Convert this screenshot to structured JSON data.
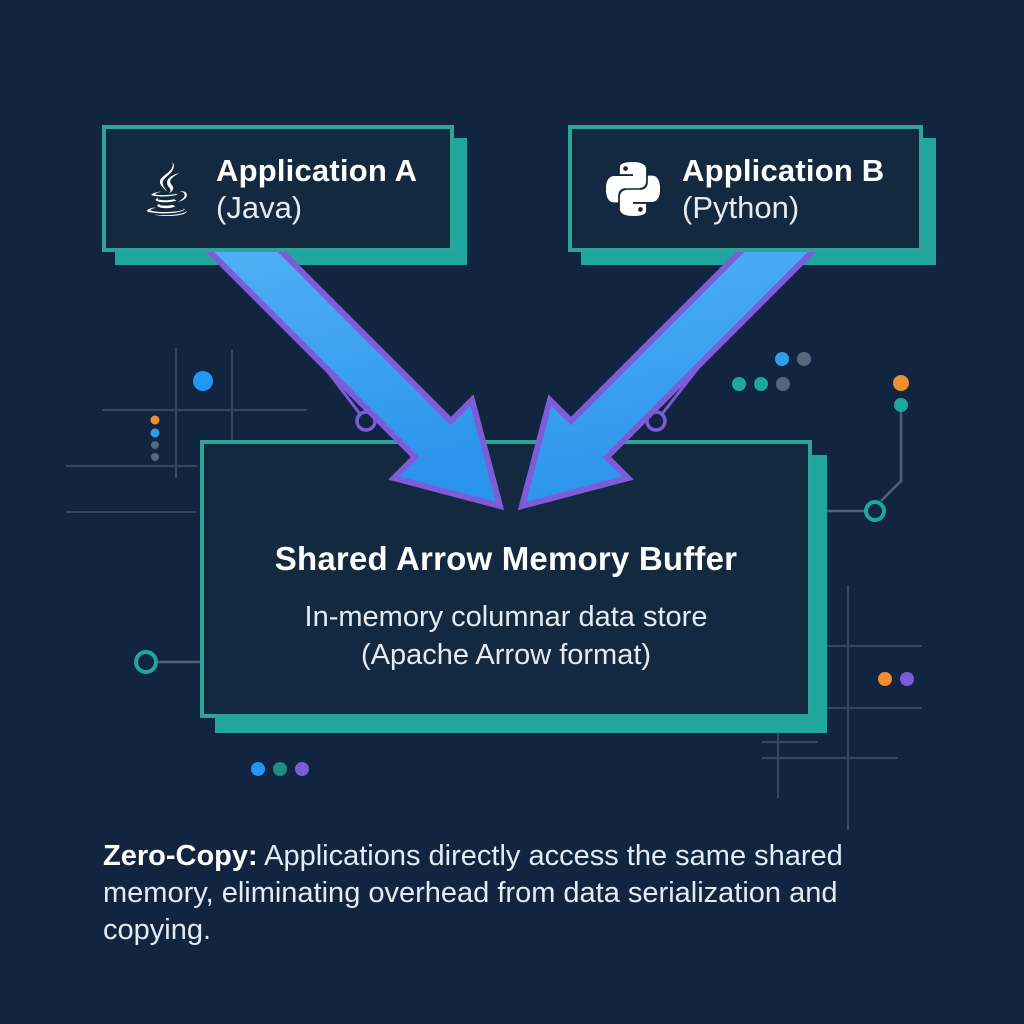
{
  "app_a": {
    "title": "Application A",
    "subtitle": "(Java)",
    "icon": "java-coffee-cup"
  },
  "app_b": {
    "title": "Application B",
    "subtitle": "(Python)",
    "icon": "python-logo"
  },
  "buffer": {
    "title": "Shared Arrow Memory Buffer",
    "subtitle_line1": "In-memory columnar data store",
    "subtitle_line2": "(Apache Arrow format)"
  },
  "caption": {
    "label": "Zero-Copy:",
    "line1_rest": " Applications directly access the same shared",
    "line2": "memory, eliminating overhead from data serialization and",
    "line3": "copying."
  },
  "colors": {
    "background": "#122540",
    "box_fill": "#13293f",
    "teal": "#1fa79d",
    "teal_border": "#2da49a",
    "arrow_blue_light": "#55b5f5",
    "arrow_blue": "#2b93ec",
    "arrow_outline": "#7c5cd8",
    "grid_line": "#4a5f73",
    "circuit_line": "#4d6276",
    "dot_blue": "#2e9df0",
    "dot_blue_bright": "#2196f3",
    "dot_teal": "#1fa79d",
    "dot_teal_dark": "#1f8e85",
    "dot_purple": "#7a5cd8",
    "dot_orange": "#ef8d30",
    "dot_gray": "#54697d",
    "text_white": "#ffffff",
    "text_soft": "#e4ebf3"
  }
}
